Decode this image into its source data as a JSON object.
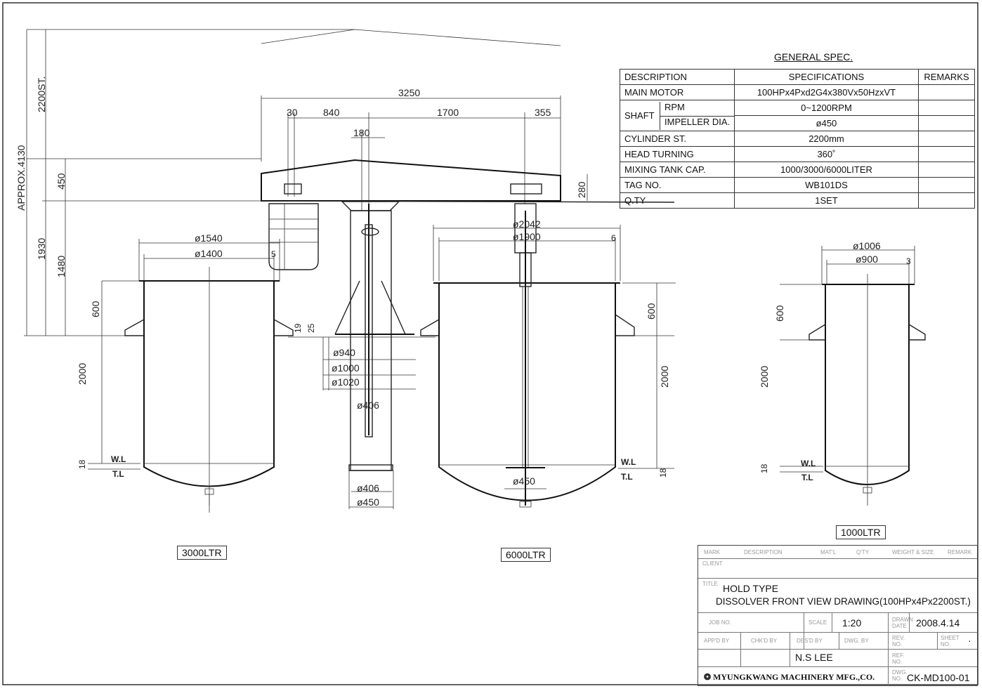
{
  "spec_table": {
    "title": "GENERAL SPEC.",
    "headers": [
      "DESCRIPTION",
      "SPECIFICATIONS",
      "REMARKS"
    ],
    "main_motor": {
      "label": "MAIN MOTOR",
      "value": "100HPx4Pxd2G4x380Vx50HzxVT"
    },
    "shaft": {
      "label": "SHAFT",
      "rpm_label": "RPM",
      "rpm_value": "0~1200RPM",
      "impeller_label": "IMPELLER DIA.",
      "impeller_value": "ø450"
    },
    "cylinder": {
      "label": "CYLINDER ST.",
      "value": "2200mm"
    },
    "head_turning": {
      "label": "HEAD TURNING",
      "value": "360˚"
    },
    "mixing_tank": {
      "label": "MIXING TANK CAP.",
      "value": "1000/3000/6000LITER"
    },
    "tag_no": {
      "label": "TAG NO.",
      "value": "WB101DS"
    },
    "qty": {
      "label": "Q.TY",
      "value": "1SET"
    }
  },
  "dimensions": {
    "overall_width": "3250",
    "d30": "30",
    "d840": "840",
    "d1700": "1700",
    "d355": "355",
    "d180": "180",
    "d280": "280",
    "approx_height": "APPROX.4130",
    "stroke": "2200ST.",
    "d450_v": "450",
    "d1930": "1930",
    "d1480": "1480",
    "d600": "600",
    "d2000": "2000",
    "d18": "18",
    "d19": "19",
    "d25": "25",
    "tank3000_outer": "ø1540",
    "tank3000_inner": "ø1400",
    "d5": "5",
    "col_940": "ø940",
    "col_1000": "ø1000",
    "col_1020": "ø1020",
    "col_406_mid": "ø406",
    "col_406": "ø406",
    "col_450": "ø450",
    "tank6000_outer": "ø2042",
    "tank6000_inner": "ø1900",
    "d6": "6",
    "impeller_450": "ø450",
    "tank1000_outer": "ø1006",
    "tank1000_inner": "ø900",
    "d3": "3",
    "wl": "W.L",
    "tl": "T.L"
  },
  "tank_labels": {
    "t3000": "3000LTR",
    "t6000": "6000LTR",
    "t1000": "1000LTR"
  },
  "title_block": {
    "headers": [
      "MARK",
      "DESCRIPTION",
      "MAT'L",
      "Q'TY",
      "WEIGHT & SIZE",
      "REMARK"
    ],
    "client_label": "CLIENT",
    "title_label": "TITLE",
    "title_line1": "HOLD TYPE",
    "title_line2": "DISSOLVER FRONT VIEW DRAWING(100HPx4Px2200ST.)",
    "job_no_label": "JOB NO.",
    "scale_label": "SCALE",
    "scale_value": "1:20",
    "drawn_date_label": "DRAWN DATE",
    "drawn_date": "2008.4.14",
    "appd_by_label": "APP'D BY",
    "chkd_by_label": "CHK'D BY",
    "desd_by_label": "DES'D BY",
    "dwg_by_label": "DWG. BY",
    "rev_no_label": "REV. NO.",
    "sheet_no_label": "SHEET NO.",
    "sheet_value": "·",
    "ref_no_label": "REF. NO.",
    "designer": "N.S LEE",
    "company": "MYUNGKWANG MACHINERY MFG.,CO.",
    "dwg_no_label": "DWG. NO.",
    "dwg_no": "CK-MD100-01"
  }
}
